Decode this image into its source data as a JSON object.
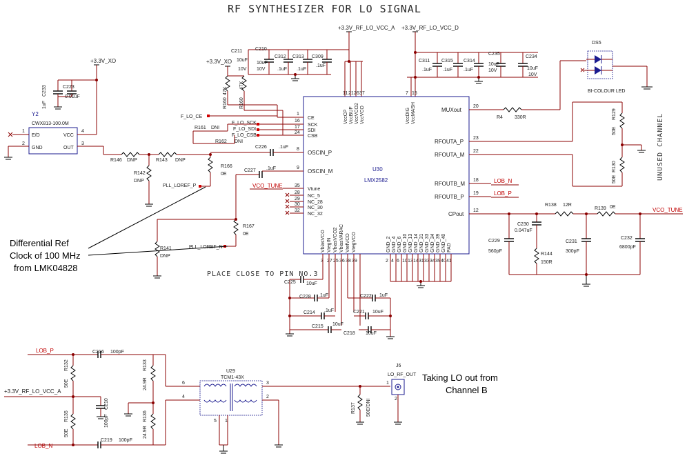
{
  "title": "RF SYNTHESIZER FOR LO SIGNAL",
  "unused_note": "UNUSED CHANNEL",
  "place_note": "PLACE CLOSE TO PIN NO.3",
  "rails": {
    "vcc_a": "+3.3V_RF_LO_VCC_A",
    "vcc_d": "+3.3V_RF_LO_VCC_D",
    "xo1": "+3.3V_XO",
    "xo2": "+3.3V_XO",
    "vcc_a2": "+3.3V_RF_LO_VCC_A"
  },
  "oscillator": {
    "ref": "Y2",
    "part": "CWX813-100.0M",
    "pins": [
      "E/D",
      "GND",
      "VCC",
      "OUT"
    ],
    "pin_numbers": [
      "1",
      "2",
      "4",
      "3"
    ],
    "c233": "C233",
    "c233_val": "1uF",
    "c223": "C223",
    "c223_val": "0.01uF"
  },
  "ic": {
    "ref": "U30",
    "part": "LMX2582",
    "left_pins": [
      {
        "num": "1",
        "name": "CE"
      },
      {
        "num": "16",
        "name": "SCK"
      },
      {
        "num": "17",
        "name": "SDI"
      },
      {
        "num": "24",
        "name": "CSB"
      },
      {
        "num": "8",
        "name": "OSCIN_P"
      },
      {
        "num": "9",
        "name": "OSCIN_M"
      },
      {
        "num": "35",
        "name": "Vtune"
      },
      {
        "num": "28",
        "name": "NC_5"
      },
      {
        "num": "29",
        "name": "NC_28"
      },
      {
        "num": "30",
        "name": "NC_30"
      },
      {
        "num": "32",
        "name": "NC_32"
      }
    ],
    "right_pins": [
      {
        "num": "20",
        "name": "MUXout"
      },
      {
        "num": "23",
        "name": "RFOUTA_P"
      },
      {
        "num": "22",
        "name": "RFOUTA_M"
      },
      {
        "num": "18",
        "name": "RFOUTB_M"
      },
      {
        "num": "19",
        "name": "RFOUTB_P"
      },
      {
        "num": "12",
        "name": "CPout"
      }
    ],
    "top_pins": [
      {
        "num": "11",
        "name": "VccCP"
      },
      {
        "num": "21",
        "name": "VccBUF"
      },
      {
        "num": "26",
        "name": "VccVCO2"
      },
      {
        "num": "37",
        "name": "VccVCO"
      },
      {
        "num": "7",
        "name": "VccDIG"
      },
      {
        "num": "15",
        "name": "VccMASH"
      }
    ],
    "bottom_pins": [
      {
        "num": "3",
        "name": "VbiasVCO"
      },
      {
        "num": "27",
        "name": "VregIN"
      },
      {
        "num": "25",
        "name": "VbiasVCO2"
      },
      {
        "num": "36",
        "name": "VbiasVARAC"
      },
      {
        "num": "38",
        "name": "VrefVCO"
      },
      {
        "num": "39",
        "name": "VregVCO"
      }
    ],
    "gnd_pins": [
      {
        "num": "2",
        "name": "GND_2"
      },
      {
        "num": "4",
        "name": "GND_4"
      },
      {
        "num": "6",
        "name": "GND_6"
      },
      {
        "num": "10",
        "name": "GND_10"
      },
      {
        "num": "13",
        "name": "GND_13"
      },
      {
        "num": "14",
        "name": "GND_14"
      },
      {
        "num": "31",
        "name": "GND_31"
      },
      {
        "num": "33",
        "name": "GND_33"
      },
      {
        "num": "34",
        "name": "GND_34"
      },
      {
        "num": "39",
        "name": "GND_39"
      },
      {
        "num": "40",
        "name": "GND_40"
      },
      {
        "num": "41",
        "name": "PAD"
      }
    ]
  },
  "nets": {
    "f_lo_ce": "F_LO_CE",
    "f_lo_sck": "F_LO_SCK",
    "f_lo_sdi": "F_LO_SDI",
    "f_lo_csb": "F_LO_CSB",
    "pll_loref_p": "PLL_LOREF_P",
    "pll_loref_n": "PLL_LOREF_N",
    "vco_tune": "VCO_TUNE",
    "vco_tune2": "VCO_TUNE",
    "lob_n": "LOB_N",
    "lob_p": "LOB_P",
    "lob_p2": "LOB_P",
    "lob_n2": "LOB_N"
  },
  "parts": {
    "r146": "R146",
    "r146_val": "DNP",
    "r143": "R143",
    "r143_val": "DNP",
    "r142": "R142",
    "r142_val": "DNP",
    "r166": "R166",
    "r166_val": "0E",
    "r167": "R167",
    "r167_val": "0E",
    "r141": "R141",
    "r141_val": "DNP",
    "r161": "R161",
    "r161_val": "DNI",
    "r162": "R162",
    "r162_val": "DNI",
    "r160": "R160",
    "r160_val": "47K",
    "r159": "R160",
    "r159_val": "47K",
    "c226": "C226",
    "c226_val": ".1uF",
    "c227": "C227",
    "c227_val": ".1uF",
    "c211": "C211",
    "c211_val": "10uF",
    "c210": "C210",
    "c210_v": "10V",
    "c312": "C312",
    "c312_val": "10uF",
    "c312_v": "10V",
    "c313": "C313",
    "c313_val": ".1uF",
    "c309": "C309",
    "c309_val": ".1uF",
    "c311": "C311",
    "c311_val": ".1uF",
    "c315": "C315",
    "c315_val": ".1uF",
    "c314": "C314",
    "c314_val": ".1uF",
    "c235": "C235",
    "c235_val": "10uF",
    "c235_v": "10V",
    "c234": "C234",
    "c234_val": "10uF",
    "c234_v": "10V",
    "r4": "R4",
    "r4_val": "330R",
    "ds5": "DS5",
    "ds5_label": "BI-COLOUR LED",
    "r129": "R129",
    "r129_val": "50E",
    "r130": "R130",
    "r130_val": "50E",
    "r138": "R138",
    "r138_val": "12R",
    "r139": "R139",
    "r139_val": "0E",
    "c230": "C230",
    "c230_val": "0.047uF",
    "c229": "C229",
    "c229_val": "560pF",
    "r144": "R144",
    "r144_val": "150R",
    "c231": "C231",
    "c231_val": "300pF",
    "c232": "C232",
    "c232_val": "6800pF",
    "c225": "C225",
    "c225_val": "10uF",
    "c228": "C228",
    "c228_val": ".1uF",
    "c214": "C214",
    "c214_val": ".1uF",
    "c215": "C215",
    "c215_val": "10uF",
    "c222": "C222",
    "c222_val": "1uF",
    "c221": "C221",
    "c221_val": "10uF",
    "c218": "C218",
    "c218_val": "10uF"
  },
  "balun": {
    "c216": "C216",
    "c216_val": "100pF",
    "c219": "C219",
    "c219_val": "100pF",
    "c210b": "C210",
    "c210b_val": "100pF",
    "r132": "R132",
    "r132_val": "50E",
    "r135": "R135",
    "r135_val": "50E",
    "r133": "R133",
    "r133_val": "24.9R",
    "r136": "R136",
    "r136_val": "24.9R",
    "r137": "R137",
    "r137_val": "50E/DNI",
    "u29": "U29",
    "u29_part": "TCM1-43X",
    "pins": [
      "6",
      "4",
      "5",
      "1",
      "3",
      "2"
    ],
    "j6": "J6",
    "j6_label": "LO_RF_OUT",
    "j6_pins": [
      "1",
      "2"
    ]
  },
  "annotations": {
    "ref_clock": [
      "Differential Ref",
      "Clock of 100 MHz",
      "from LMK04828"
    ],
    "lo_out": [
      "Taking LO out from",
      "Channel B"
    ]
  }
}
